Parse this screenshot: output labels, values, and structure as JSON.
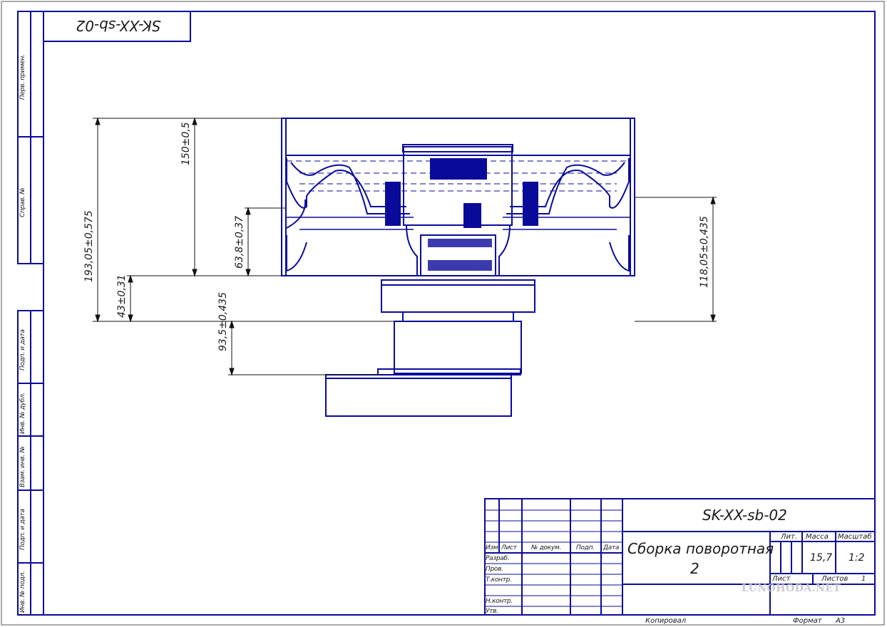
{
  "drawing": {
    "designation": "SK-XX-sb-02",
    "designation_rotated": "SK-XX-sb-02",
    "title_line1": "Сборка поворотная",
    "title_line2": "2",
    "line_color": "#0a0a9a"
  },
  "side_strip": [
    "Перв. примен.",
    "Справ. №",
    "Подп. и дата",
    "Инв. № дубл.",
    "Взам. инв. №",
    "Подп. и дата",
    "Инв. № подл."
  ],
  "title_block": {
    "headers": [
      "Изм.",
      "Лист",
      "№ докум.",
      "Подп.",
      "Дата"
    ],
    "roles": [
      "Разраб.",
      "Пров.",
      "Т.контр.",
      "",
      "Н.контр.",
      "Утв."
    ],
    "lit_label": "Лит.",
    "mass_label": "Масса",
    "scale_label": "Масштаб",
    "mass": "15,7",
    "scale": "1:2",
    "sheet_label": "Лист",
    "sheets_label": "Листов",
    "sheets": "1",
    "copied_label": "Копировал",
    "format_label": "Формат",
    "format": "A3"
  },
  "dimensions": {
    "overall": "193,05±0,575",
    "wheel": "150±0,5",
    "lower_offset": "43±0,31",
    "hub": "63,8±0,37",
    "base": "93,5±0,435",
    "right": "118,05±0,435"
  },
  "watermark": "LUNOHODA.NET"
}
